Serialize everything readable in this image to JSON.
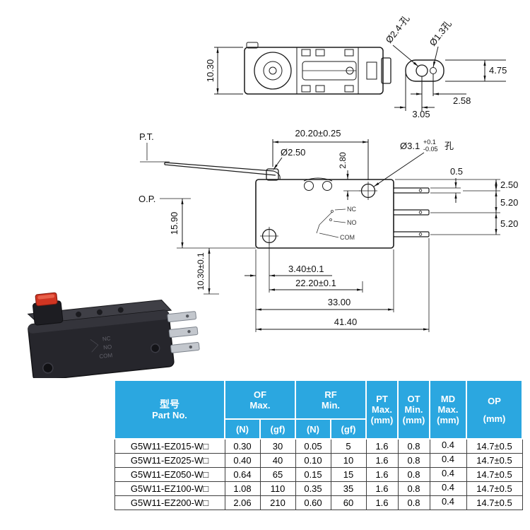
{
  "meta": {
    "description": "Micro switch technical drawing with dimensions and specification table"
  },
  "colors": {
    "table_header_blue": "#2BA7E0",
    "line_color": "#1a1a1a",
    "button_red": "#d03522"
  },
  "top_view": {
    "dim_body_height": "10.30",
    "hole_label_large": "Ø2.4-孔",
    "hole_label_small": "Ø1.3孔",
    "dim_terminal_height": "4.75",
    "dim_hole_spacing": "2.58",
    "dim_hole_offset": "3.05"
  },
  "side_view": {
    "pt_label": "P.T.",
    "op_label": "O.P.",
    "dim_top_span": "20.20±0.25",
    "plunger_dia": "Ø2.50",
    "dim_hole_from_top": "2.80",
    "hole_dia_main": "Ø3.1",
    "hole_tol_plus": "+0.1",
    "hole_tol_minus": "-0.05",
    "hole_suffix": "孔",
    "dim_terminal_thickness": "0.5",
    "dim_op_height": "15.90",
    "dim_pin1": "2.50",
    "dim_pin2": "5.20",
    "dim_pin3": "5.20",
    "nc": "NC",
    "no": "NO",
    "com": "COM",
    "dim_body_lower": "10.30±0.1",
    "dim_hole_edge": "3.40±0.1",
    "dim_hole_span": "22.20±0.1",
    "dim_body_width": "33.00",
    "dim_total_width": "41.40"
  },
  "product_photo": {
    "marking_nc": "NC",
    "marking_no": "NO",
    "marking_com": "COM"
  },
  "table": {
    "header": {
      "part_zh": "型号",
      "part_en": "Part No.",
      "of_l1": "OF",
      "of_l2": "Max.",
      "rf_l1": "RF",
      "rf_l2": "Min.",
      "unit_n": "(N)",
      "unit_gf": "(gf)",
      "pt_l1": "PT",
      "pt_l2": "Max.",
      "pt_l3": "(mm)",
      "ot_l1": "OT",
      "ot_l2": "Min.",
      "ot_l3": "(mm)",
      "md_l1": "MD",
      "md_l2": "Max.",
      "md_l3": "(mm)",
      "op_l1": "OP",
      "op_l2": "(mm)"
    },
    "rows": [
      [
        "G5W11-EZ015-W□",
        "0.30",
        "30",
        "0.05",
        "5",
        "1.6",
        "0.8",
        "0.4",
        "14.7±0.5"
      ],
      [
        "G5W11-EZ025-W□",
        "0.40",
        "40",
        "0.10",
        "10",
        "1.6",
        "0.8",
        "0.4",
        "14.7±0.5"
      ],
      [
        "G5W11-EZ050-W□",
        "0.64",
        "65",
        "0.15",
        "15",
        "1.6",
        "0.8",
        "0.4",
        "14.7±0.5"
      ],
      [
        "G5W11-EZ100-W□",
        "1.08",
        "110",
        "0.35",
        "35",
        "1.6",
        "0.8",
        "0.4",
        "14.7±0.5"
      ],
      [
        "G5W11-EZ200-W□",
        "2.06",
        "210",
        "0.60",
        "60",
        "1.6",
        "0.8",
        "0.4",
        "14.7±0.5"
      ]
    ]
  }
}
